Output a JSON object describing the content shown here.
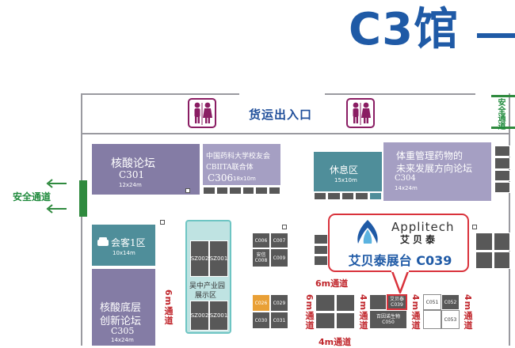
{
  "hall": {
    "title": "C3馆"
  },
  "labels": {
    "cargo_entrance": "货运出入口",
    "safe_passage_left": "安全通道",
    "safe_passage_right": "安全通道"
  },
  "zones": {
    "c301": {
      "name": "核酸论坛",
      "code": "C301",
      "size": "12x24m"
    },
    "c306": {
      "name_line1": "中国药科大学校友会",
      "name_line2": "CBIITA联合体",
      "code": "C306",
      "size": "18x10m"
    },
    "rest": {
      "name": "休息区",
      "size": "15x10m"
    },
    "c304": {
      "name_line1": "体重管理药物的",
      "name_line2": "未来发展方向论坛",
      "code": "C304",
      "size": "14x24m"
    },
    "vip": {
      "name": "会客1区",
      "size": "10x14m"
    },
    "c305": {
      "name_line1": "核酸底层",
      "name_line2": "创新论坛",
      "code": "C305",
      "size": "14x24m"
    },
    "wuzhong": {
      "name_line1": "吴中产业园",
      "name_line2": "展示区"
    }
  },
  "booths": {
    "sz2002_top": "SZ002",
    "sz2001_top": "SZ001",
    "sz2002_bot": "SZ002",
    "sz2001_bot": "SZ001",
    "c006": "C006",
    "c007": "C007",
    "c008_label": "安信",
    "c008": "C008",
    "c009": "C009",
    "c026": "C026",
    "c029": "C029",
    "c030": "C030",
    "c031": "C031",
    "c039": "C039",
    "c039_name": "艾贝泰",
    "c050": "C050",
    "c050_name": "百因诺生物",
    "c051": "C051",
    "c052": "C052",
    "c053": "C053"
  },
  "roads": {
    "road_6m_h": "6m通道",
    "road_6m_v": "6m通道",
    "road_4m_h": "4m通道",
    "road_4m_v1": "4m通道",
    "road_4m_v2": "4m通道",
    "road_4m_v3": "4m通道",
    "road_6m_v2": "6m通道"
  },
  "callout": {
    "brand_en": "Applitech",
    "brand_cn": "艾贝泰",
    "booth_label": "艾贝泰展台 C039"
  },
  "colors": {
    "title_blue": "#1f5aa6",
    "highlight_red": "#d9323b",
    "zone_purple": "#847ca5",
    "zone_teal": "#4f8e9a",
    "booth_gray": "#585858",
    "safe_green": "#2f8a3e"
  }
}
